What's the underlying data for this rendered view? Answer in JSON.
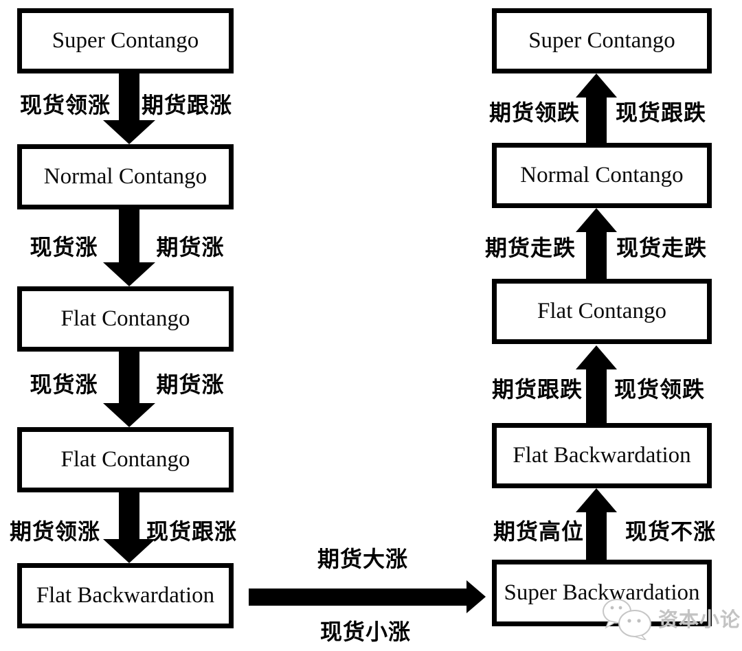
{
  "left_column": {
    "boxes": [
      "Super Contango",
      "Normal Contango",
      "Flat Contango",
      "Flat Contango",
      "Flat Backwardation"
    ],
    "transitions": [
      {
        "left": "现货领涨",
        "right": "期货跟涨"
      },
      {
        "left": "现货涨",
        "right": "期货涨"
      },
      {
        "left": "现货涨",
        "right": "期货涨"
      },
      {
        "left": "期货领涨",
        "right": "现货跟涨"
      }
    ]
  },
  "connector": {
    "top": "期货大涨",
    "bottom": "现货小涨"
  },
  "right_column": {
    "boxes": [
      "Super Contango",
      "Normal Contango",
      "Flat Contango",
      "Flat Backwardation",
      "Super Backwardation"
    ],
    "transitions": [
      {
        "left": "期货领跌",
        "right": "现货跟跌"
      },
      {
        "left": "期货走跌",
        "right": "现货走跌"
      },
      {
        "left": "期货跟跌",
        "right": "现货领跌"
      },
      {
        "left": "期货高位",
        "right": "现货不涨"
      }
    ]
  },
  "watermark": {
    "text": "资本小论"
  },
  "colors": {
    "ink": "#000000",
    "background": "#ffffff",
    "watermark": "#c3c3c3"
  }
}
